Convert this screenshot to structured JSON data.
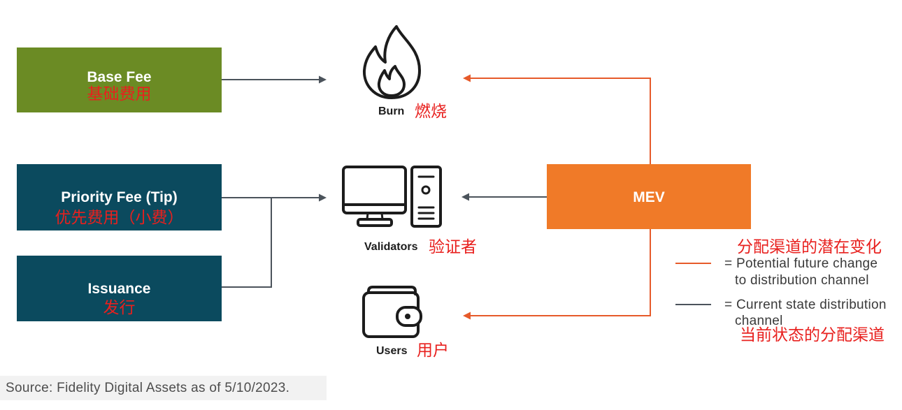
{
  "source_boxes": {
    "base_fee": {
      "label": "Base Fee",
      "label_zh": "基础费用"
    },
    "priority_fee": {
      "label": "Priority Fee (Tip)",
      "label_zh": "优先费用（小费）"
    },
    "issuance": {
      "label": "Issuance",
      "label_zh": "发行"
    }
  },
  "mev": {
    "label": "MEV"
  },
  "destinations": {
    "burn": {
      "label": "Burn",
      "label_zh": "燃烧",
      "icon": "fire-icon"
    },
    "validators": {
      "label": "Validators",
      "label_zh": "验证者",
      "icon": "computer-icon"
    },
    "users": {
      "label": "Users",
      "label_zh": "用户",
      "icon": "wallet-icon"
    }
  },
  "legend": {
    "potential": {
      "label_zh": "分配渠道的潜在变化",
      "line1": "= Potential future change",
      "line2": "to distribution channel"
    },
    "current": {
      "line1": "= Current state distribution",
      "line2": "channel",
      "label_zh": "当前状态的分配渠道"
    }
  },
  "source": "Source: Fidelity Digital Assets as of 5/10/2023.",
  "colors": {
    "base_fee_box": "#6b8b24",
    "teal_box": "#0b4a5e",
    "mev_box": "#f07a28",
    "potential_line": "#e65a2a",
    "current_line": "#4b535b",
    "chinese_annotation": "#e8201e"
  }
}
